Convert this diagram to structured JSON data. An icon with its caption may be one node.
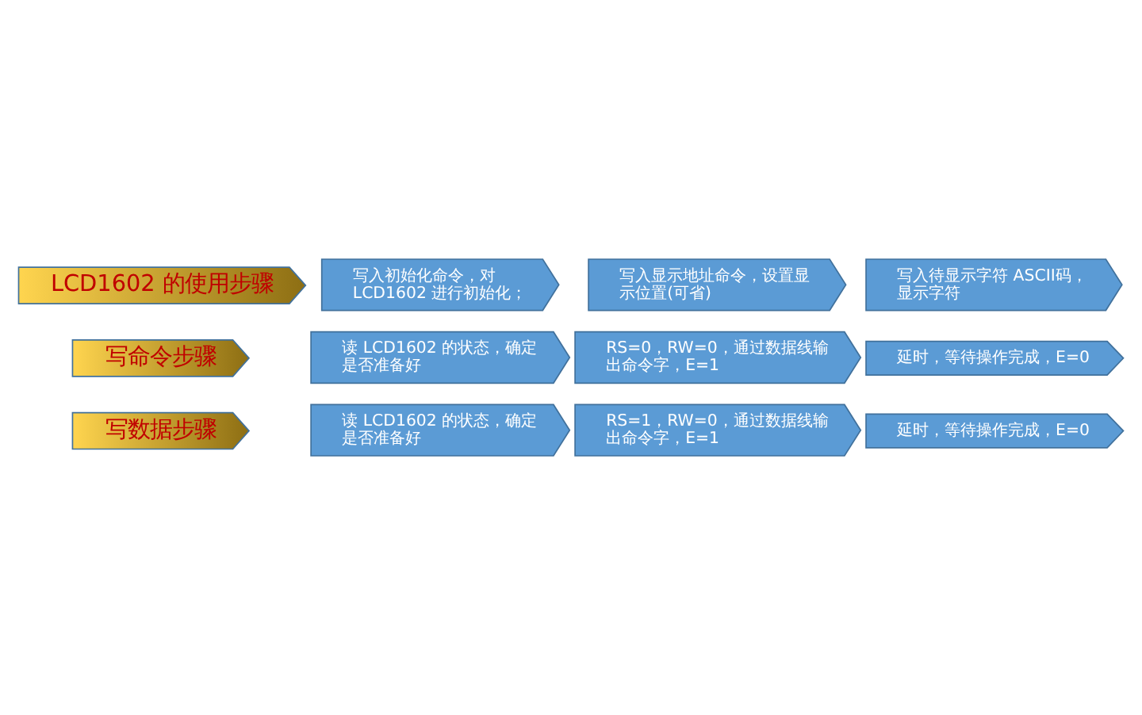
{
  "diagram": {
    "nodes": [
      {
        "text": [
          "LCD1602 的使用步骤"
        ]
      },
      {
        "text": [
          "写入初始化命令，对 LCD1602 进行初始化；"
        ]
      },
      {
        "text": [
          "写入显示地址命令，设置显示位置(可省)"
        ]
      },
      {
        "text": [
          "写入待显示字符 ASCII码，显示字符"
        ]
      },
      {
        "text": [
          "写命令步骤"
        ]
      },
      {
        "text": [
          "读 LCD1602 的状态，确定是否准备好"
        ]
      },
      {
        "text": [
          "RS=0，RW=0，通过数据线输出命令字，E=1"
        ]
      },
      {
        "text": [
          "延时，等待操作完成，E=0"
        ]
      },
      {
        "text": [
          "写数据步骤"
        ]
      },
      {
        "text": [
          "读 LCD1602 的状态，确定是否准备好"
        ]
      },
      {
        "text": [
          "RS=1，RW=0，通过数据线输出命令字，E=1"
        ]
      },
      {
        "text": [
          "延时，等待操作完成，E=0"
        ]
      }
    ]
  }
}
